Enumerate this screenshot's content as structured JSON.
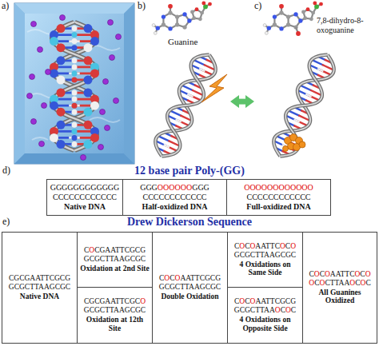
{
  "diagram": {
    "nodes": [
      {
        "text": [
          "b)",
          "Guanine"
        ]
      },
      {
        "text": [
          "c)",
          "7,8-dihydro-8-oxoguanine"
        ]
      },
      {
        "text": [
          "GGGGGGGGGGGG",
          "CCCCCCCCCCCC",
          "Native DNA"
        ]
      },
      {
        "text": [
          "GGGOOOOOOGGG",
          "CCCCCCCCCCCC",
          "Half-oxidized DNA"
        ]
      },
      {
        "text": [
          "OOOOOOOOOOOO",
          "CCCCCCCCCCCC",
          "Full-oxidized DNA"
        ]
      },
      {
        "text": [
          "CGCGAATTCGCG",
          "GCGCTTAAGCGC",
          "Native DNA"
        ]
      },
      {
        "text": [
          "COCGAATTCGCG",
          "GCGCTTAAGCGC",
          "Oxidation at 2nd Site"
        ]
      },
      {
        "text": [
          "CGCGAATTCGCO",
          "GCGCTTAAGCGC",
          "Oxidation at 12th Site"
        ]
      },
      {
        "text": [
          "COCOAATTCGCG",
          "GCGCTTAAGCGC",
          "Double Oxidation"
        ]
      },
      {
        "text": [
          "COCOAATTCOCO",
          "GCGCTTAAGCGC",
          "4 Oxidations on Same Side"
        ]
      },
      {
        "text": [
          "COCOAATTCGCG",
          "GCGCTTAAOCOC",
          "4 Oxidations on Opposite Side"
        ]
      },
      {
        "text": [
          "COCOAATTCOCO",
          "OCOCTTAAOCOC",
          "All Guanines Oxidized"
        ]
      }
    ],
    "edges": [
      {
        "from": 0,
        "to": 1,
        "arrow": "both"
      }
    ],
    "labels": [
      "a)",
      "d)",
      "12 base pair Poly-(GG)",
      "e)",
      "Drew Dickerson Sequence"
    ]
  }
}
